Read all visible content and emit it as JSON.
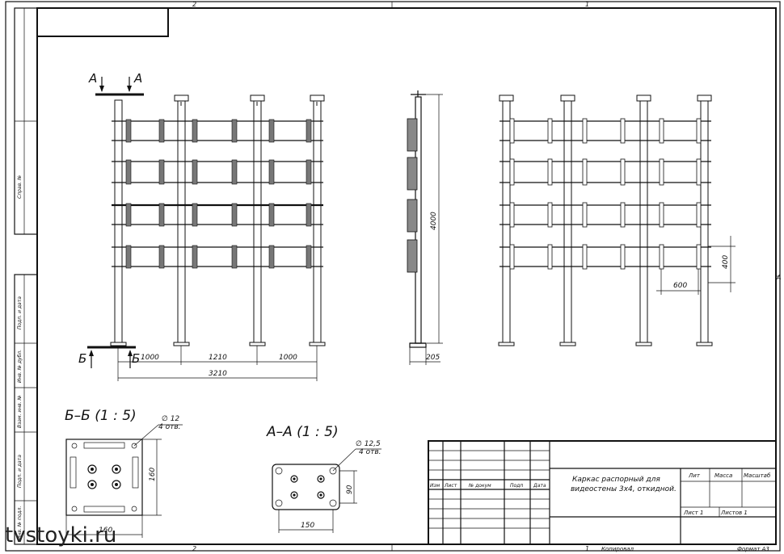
{
  "frame": {
    "zone_top_left": "2",
    "zone_top_right": "1",
    "zone_bottom_left": "2",
    "zone_bottom_right": "1",
    "zone_right": "A"
  },
  "side_stamp": {
    "sprav": "Справ. №",
    "podp_data_1": "Подп. и дата",
    "inv_dubl": "Инв. № дубл.",
    "vzam_inv": "Взам. инв. №",
    "podp_data_2": "Подп. и дата",
    "inv_podl": "Инв. № подл."
  },
  "front_view": {
    "section_mark_top": "А",
    "section_mark_top_2": "А",
    "section_mark_bottom": "Б",
    "section_mark_bottom_2": "Б",
    "dim_left": "1000",
    "dim_mid": "1210",
    "dim_right": "1000",
    "dim_total": "3210"
  },
  "side_view": {
    "dim_height": "4000",
    "dim_depth": "205"
  },
  "rear_view": {
    "dim_spacing_v": "400",
    "dim_spacing_h": "600"
  },
  "section_b": {
    "title": "Б–Б  (1 : 5)",
    "hole": "∅ 12",
    "holes_count": "4 отв.",
    "dim_side": "160",
    "dim_bottom": "160"
  },
  "section_a": {
    "title": "А–А  (1 : 5)",
    "hole": "∅ 12,5",
    "holes_count": "4 отв.",
    "dim_side": "90",
    "dim_bottom": "150"
  },
  "title_block": {
    "col_izm": "Изм",
    "col_list": "Лист",
    "col_dokum": "№ докум",
    "col_podp": "Подп",
    "col_data": "Дата",
    "name_line1": "Каркас распорный для",
    "name_line2": "видеостены 3х4, откидной.",
    "lit": "Лит",
    "massa": "Масса",
    "masshtab": "Масштаб",
    "list": "Лист 1",
    "listov": "Листов 1",
    "kopiroval": "Копировал",
    "format": "Формат А3"
  },
  "watermark": "tvstoyki.ru"
}
